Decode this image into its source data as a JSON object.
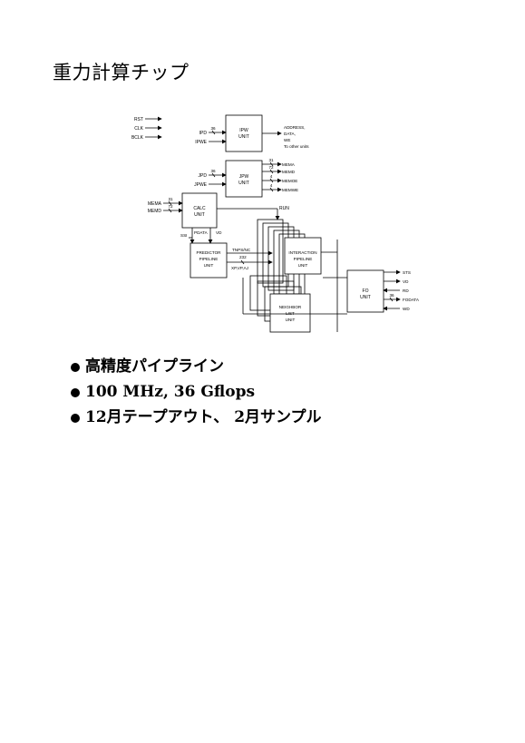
{
  "title": "重力計算チップ",
  "diagram": {
    "inputs_left": [
      "RST",
      "CLK",
      "BCLK"
    ],
    "ipw": {
      "label_1": "IPW",
      "label_2": "UNIT",
      "in_1": "IPD",
      "in_1_width": "36",
      "in_2": "IPWE",
      "out": [
        "ADDRESS,",
        "DATA,",
        "WE",
        "To other units"
      ]
    },
    "jpw": {
      "label_1": "JPW",
      "label_2": "UNIT",
      "in_1": "JPD",
      "in_1_width": "36",
      "in_2": "JPWE",
      "out": [
        {
          "name": "MEMA",
          "width": "31"
        },
        {
          "name": "MEMD",
          "width": "72"
        },
        {
          "name": "MEMOE",
          "width": "4"
        },
        {
          "name": "MEMWE",
          "width": "4"
        }
      ]
    },
    "calc": {
      "label_1": "CALC",
      "label_2": "UNIT",
      "in_1": "MEMA",
      "in_1_width": "31",
      "in_2": "MEMD",
      "in_2_width": "72",
      "run": "RUN",
      "pdata": "PDATA",
      "vd": "VD",
      "ssi": "SSI"
    },
    "predictor": {
      "label_1": "PREDICTOR",
      "label_2": "PIPELINE",
      "label_3": "UNIT",
      "tnps": "TNPS/NC",
      "bus_width": "232",
      "xpvp": "XP,VP,AJ"
    },
    "interaction": {
      "label_1": "INTERACTION",
      "label_2": "PIPELINE",
      "label_3": "UNIT"
    },
    "neighbor": {
      "label_1": "NEIGHBOR",
      "label_2": "LIST",
      "label_3": "UNIT"
    },
    "fo": {
      "label_1": "FO",
      "label_2": "UNIT",
      "out": [
        {
          "name": "STS"
        },
        {
          "name": "VD"
        },
        {
          "name": "RD"
        },
        {
          "name": "FODATA",
          "width": "36"
        },
        {
          "name": "WD"
        }
      ]
    }
  },
  "bullets": [
    "高精度パイプライン",
    "100 MHz, 36 Gflops",
    "12月テープアウト、 2月サンプル"
  ]
}
